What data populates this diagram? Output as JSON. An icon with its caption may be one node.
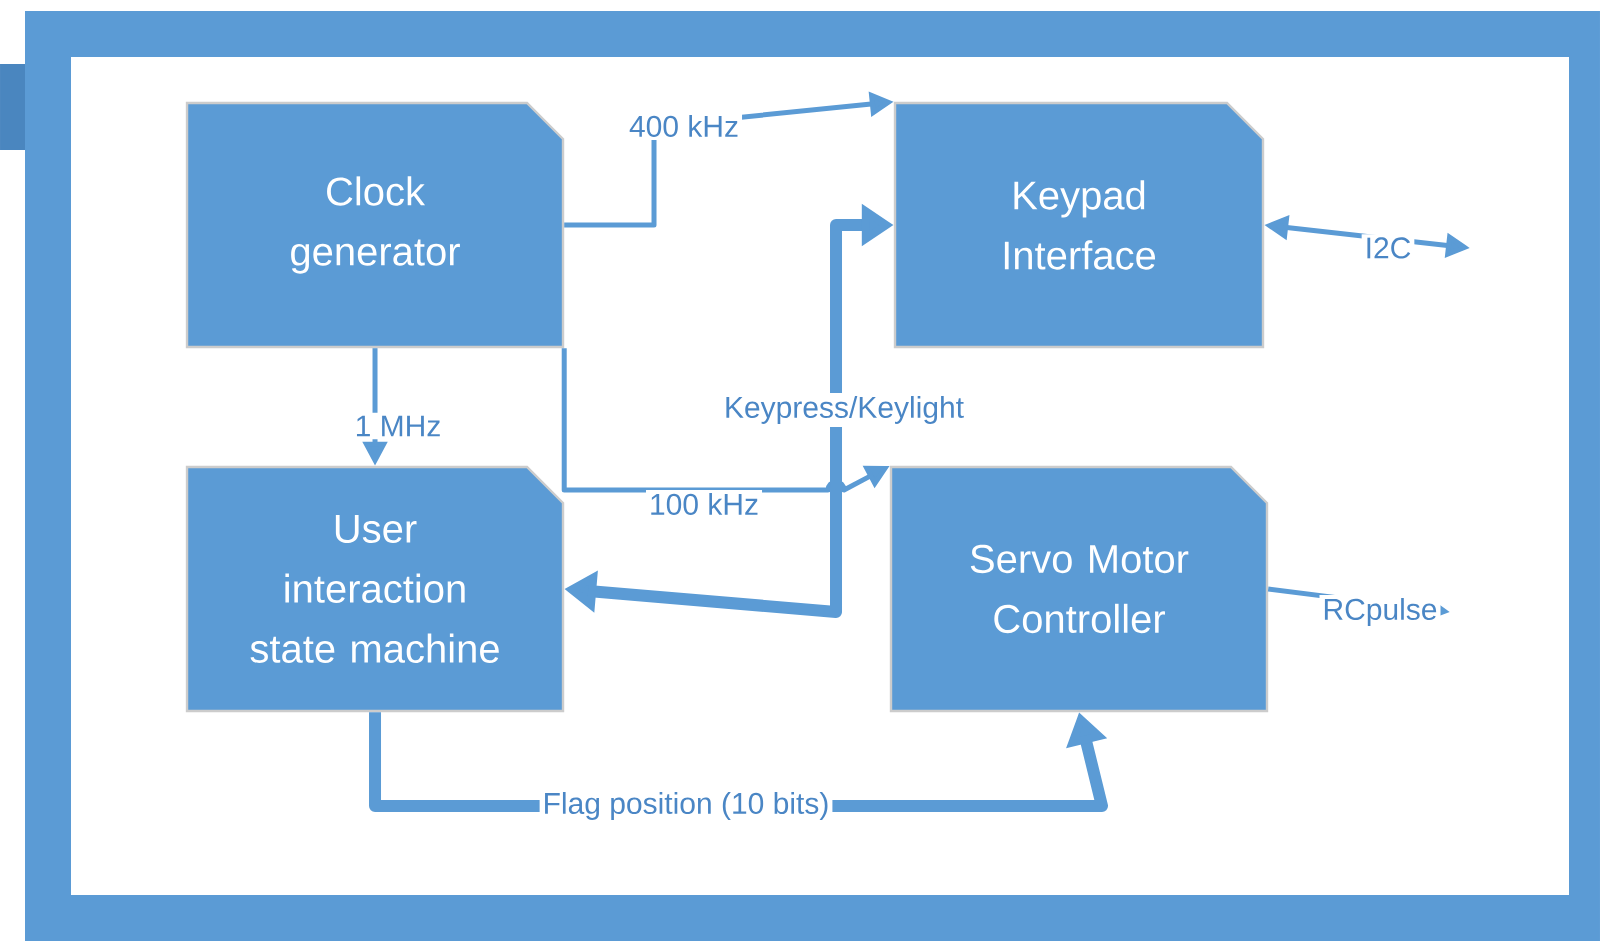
{
  "diagram": {
    "nodes": [
      {
        "text": [],
        "shape": "box"
      },
      {
        "text": [
          "Clock generator"
        ],
        "in": 0
      },
      {
        "text": [
          "Keypad Interface"
        ],
        "in": 0
      },
      {
        "text": [
          "User interaction state machine"
        ],
        "in": 0
      },
      {
        "text": [
          "Servo Motor Controller"
        ],
        "in": 0
      }
    ],
    "edges": [
      {
        "from": 1,
        "to": 2,
        "arrow": "to",
        "label": "400 kHz"
      },
      {
        "from": 1,
        "to": 3,
        "arrow": "to",
        "label": "1 MHz"
      },
      {
        "from": 1,
        "to": 4,
        "arrow": "to",
        "label": "100 kHz"
      },
      {
        "from": 2,
        "to": 3,
        "arrow": "both",
        "label": "Keypress/Keylight",
        "style": "thick"
      },
      {
        "from": 3,
        "to": 4,
        "arrow": "to",
        "label": "Flag position (10 bits)",
        "style": "thick"
      },
      {
        "from": 2,
        "to": null,
        "arrow": "both",
        "label": "I2C"
      },
      {
        "from": 4,
        "to": null,
        "arrow": "to",
        "label": "RCpulse"
      }
    ]
  }
}
